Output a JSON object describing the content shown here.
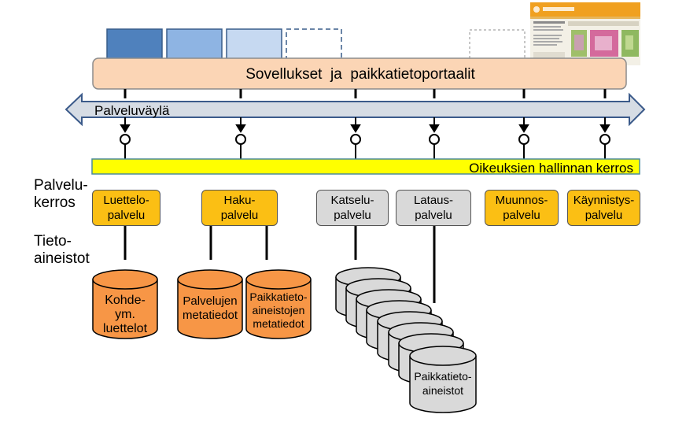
{
  "portal_bar": {
    "label": "Sovellukset  ja  paikkatietoportaalit"
  },
  "bus": {
    "label": "Palveluväylä"
  },
  "rights_layer": {
    "label": "Oikeuksien hallinnan kerros"
  },
  "side_labels": {
    "service_layer_1": "Palvelu-",
    "service_layer_2": "kerros",
    "data_1": "Tieto-",
    "data_2": "aineistot"
  },
  "services": [
    {
      "line1": "Luettelo-",
      "line2": "palvelu",
      "kind": "orange"
    },
    {
      "line1": "Haku-",
      "line2": "palvelu",
      "kind": "orange"
    },
    {
      "line1": "Katselu-",
      "line2": "palvelu",
      "kind": "grey"
    },
    {
      "line1": "Lataus-",
      "line2": "palvelu",
      "kind": "grey"
    },
    {
      "line1": "Muunnos-",
      "line2": "palvelu",
      "kind": "orange"
    },
    {
      "line1": "Käynnistys-",
      "line2": "palvelu",
      "kind": "orange"
    }
  ],
  "datastores": {
    "catalog": [
      "Kohde-",
      "ym.",
      "luettelot"
    ],
    "service_meta": [
      "Palvelujen",
      "metatiedot"
    ],
    "dataset_meta": [
      "Paikkatieto-",
      "aineistojen",
      "metatiedot"
    ],
    "datasets": [
      "Paikkatieto-",
      "aineistot"
    ]
  },
  "colors": {
    "portal_fill": "#fbd5b5",
    "bus_fill": "#d6dce4",
    "bus_stroke": "#3b5a8a",
    "rights_fill": "#ffff00",
    "service_orange": "#fbbf14",
    "service_grey": "#d9d9d9",
    "cylinder_orange": "#f79646",
    "app_dark": "#4f81bd",
    "app_mid": "#8eb4e3",
    "app_light": "#c6d9f1"
  }
}
